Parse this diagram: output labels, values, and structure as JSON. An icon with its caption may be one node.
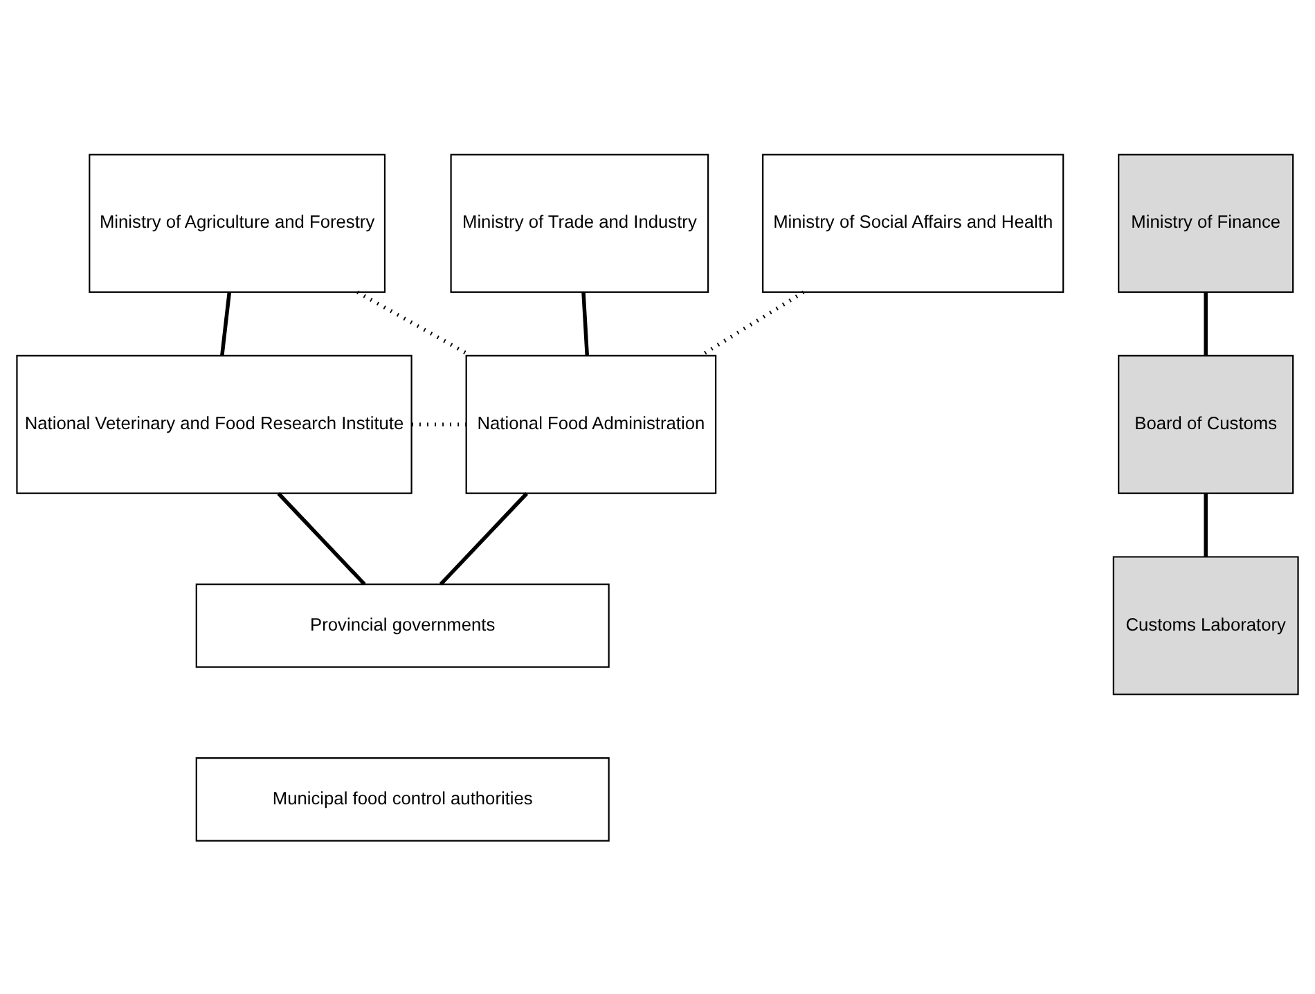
{
  "diagram": {
    "nodes": [
      {
        "text": [
          "Ministry of Agriculture and Forestry"
        ]
      },
      {
        "text": [
          "Ministry of Trade and Industry"
        ]
      },
      {
        "text": [
          "Ministry of Social Affairs and Health"
        ]
      },
      {
        "text": [
          "Ministry of Finance"
        ]
      },
      {
        "text": [
          "National Veterinary and Food Research Institute"
        ]
      },
      {
        "text": [
          "National Food Administration"
        ]
      },
      {
        "text": [
          "Board of Customs"
        ]
      },
      {
        "text": [
          "Provincial governments"
        ]
      },
      {
        "text": [
          "Customs Laboratory"
        ]
      },
      {
        "text": [
          "Municipal food control authorities"
        ]
      }
    ],
    "edges": [
      {
        "from": 0,
        "to": 4,
        "arrow": "none"
      },
      {
        "from": 0,
        "to": 5,
        "arrow": "none",
        "style": "dashed"
      },
      {
        "from": 1,
        "to": 5,
        "arrow": "none"
      },
      {
        "from": 2,
        "to": 5,
        "arrow": "none",
        "style": "dashed"
      },
      {
        "from": 4,
        "to": 5,
        "arrow": "none",
        "style": "dashed"
      },
      {
        "from": 3,
        "to": 6,
        "arrow": "none"
      },
      {
        "from": 4,
        "to": 7,
        "arrow": "none"
      },
      {
        "from": 5,
        "to": 7,
        "arrow": "none"
      },
      {
        "from": 6,
        "to": 8,
        "arrow": "none"
      }
    ]
  }
}
